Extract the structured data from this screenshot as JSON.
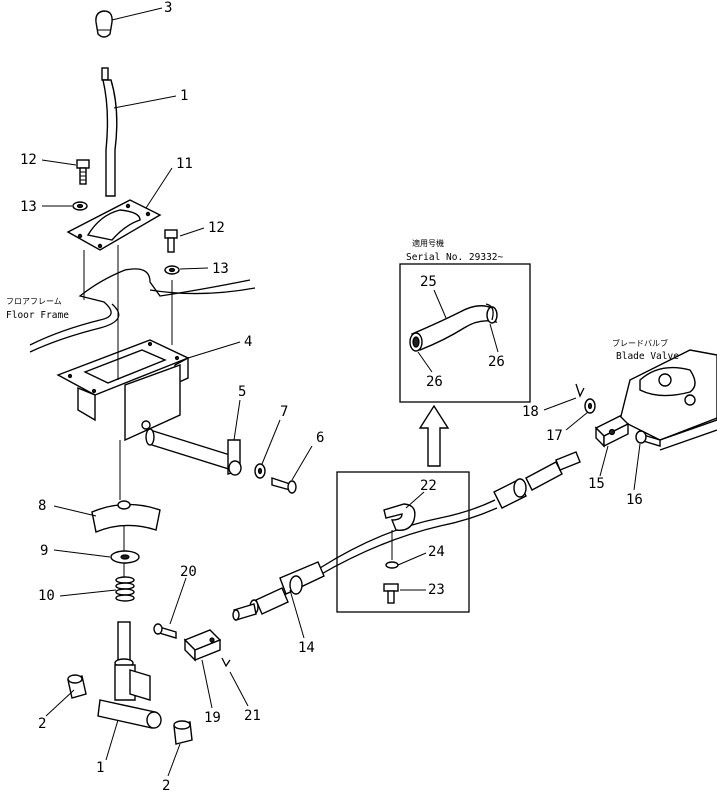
{
  "labels": {
    "floor_frame_jp": "フロアフレーム",
    "floor_frame_en": "Floor Frame",
    "blade_valve_jp": "ブレードバルブ",
    "blade_valve_en": "Blade Valve",
    "serial_jp": "適用号機",
    "serial_en": "Serial No. 29332~"
  },
  "callouts": [
    {
      "id": "c3",
      "text": "3"
    },
    {
      "id": "c1a",
      "text": "1"
    },
    {
      "id": "c12a",
      "text": "12"
    },
    {
      "id": "c11",
      "text": "11"
    },
    {
      "id": "c13a",
      "text": "13"
    },
    {
      "id": "c12b",
      "text": "12"
    },
    {
      "id": "c13b",
      "text": "13"
    },
    {
      "id": "c4",
      "text": "4"
    },
    {
      "id": "c5",
      "text": "5"
    },
    {
      "id": "c7",
      "text": "7"
    },
    {
      "id": "c6",
      "text": "6"
    },
    {
      "id": "c8",
      "text": "8"
    },
    {
      "id": "c9",
      "text": "9"
    },
    {
      "id": "c10",
      "text": "10"
    },
    {
      "id": "c20",
      "text": "20"
    },
    {
      "id": "c2a",
      "text": "2"
    },
    {
      "id": "c1b",
      "text": "1"
    },
    {
      "id": "c2b",
      "text": "2"
    },
    {
      "id": "c19",
      "text": "19"
    },
    {
      "id": "c21",
      "text": "21"
    },
    {
      "id": "c14",
      "text": "14"
    },
    {
      "id": "c22",
      "text": "22"
    },
    {
      "id": "c24",
      "text": "24"
    },
    {
      "id": "c23",
      "text": "23"
    },
    {
      "id": "c25",
      "text": "25"
    },
    {
      "id": "c26a",
      "text": "26"
    },
    {
      "id": "c26b",
      "text": "26"
    },
    {
      "id": "c18",
      "text": "18"
    },
    {
      "id": "c17",
      "text": "17"
    },
    {
      "id": "c15",
      "text": "15"
    },
    {
      "id": "c16",
      "text": "16"
    }
  ]
}
